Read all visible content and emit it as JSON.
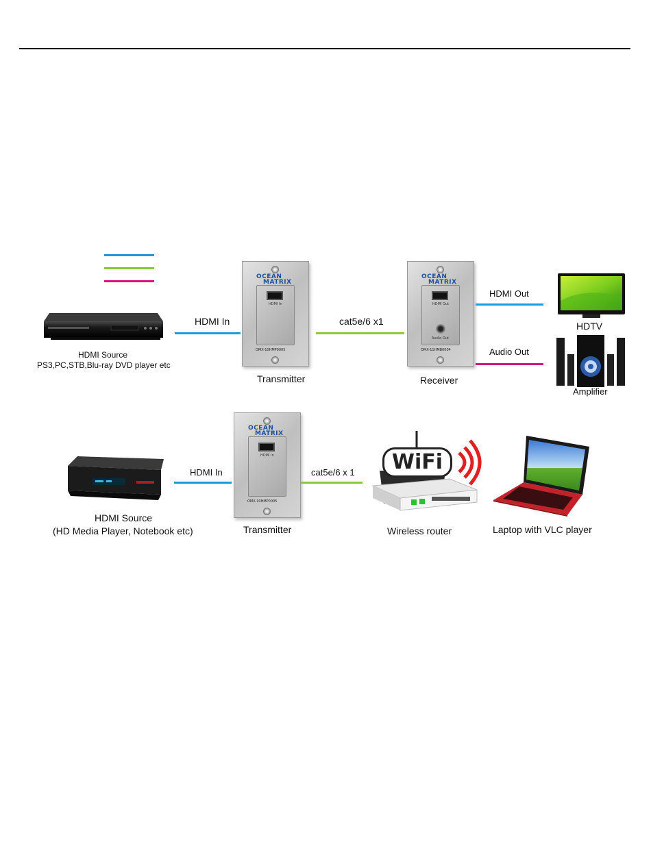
{
  "legend": {
    "colors": [
      "#1a9ad6",
      "#8cc63f",
      "#d8157f"
    ]
  },
  "brand": {
    "line1": "OCEAN",
    "line2": "MATRIX"
  },
  "row1": {
    "source_title": "HDMI Source",
    "source_subtitle": "PS3,PC,STB,Blu-ray DVD player etc",
    "hdmi_in": "HDMI In",
    "transmitter": "Transmitter",
    "transmitter_port": "HDMI In",
    "transmitter_model": "OMX-10HMP0005",
    "cable": "cat5e/6 x1",
    "receiver": "Receiver",
    "receiver_port": "HDMI Out",
    "receiver_audio": "Audio Out",
    "receiver_model": "OMX-11HMB0004",
    "hdmi_out": "HDMI Out",
    "audio_out": "Audio Out",
    "hdtv": "HDTV",
    "amplifier": "Amplifier"
  },
  "row2": {
    "source_title": "HDMI Source",
    "source_subtitle": "(HD Media Player, Notebook etc)",
    "hdmi_in": "HDMI In",
    "transmitter": "Transmitter",
    "transmitter_port": "HDMI In",
    "transmitter_model": "OMX-10HMP0005",
    "cable": "cat5e/6 x 1",
    "wifi_text": "WiFi",
    "router": "Wireless router",
    "laptop": "Laptop with VLC player"
  },
  "colors": {
    "hdmi": "#1a9ad6",
    "cat": "#8cc63f",
    "audio": "#d8157f"
  }
}
